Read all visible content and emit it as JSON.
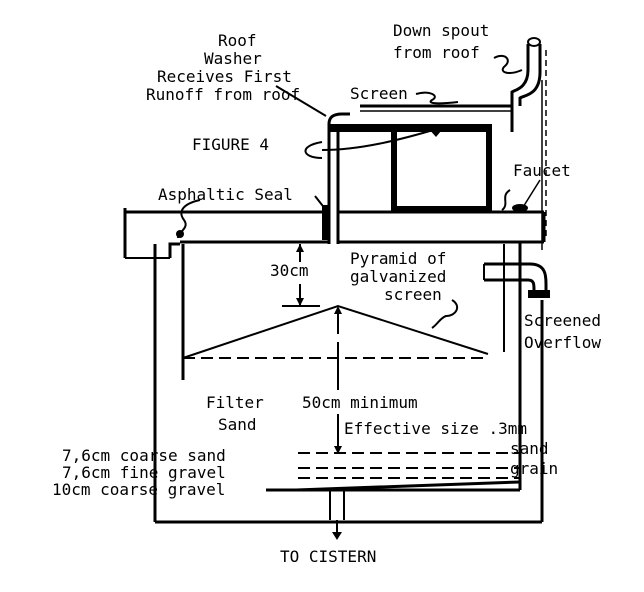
{
  "figure": {
    "title": "FIGURE 4",
    "colors": {
      "ink": "#000000",
      "paper": "#ffffff"
    }
  },
  "labels": {
    "roof_washer": [
      "Roof",
      "Washer",
      "Receives First",
      "Runoff from roof"
    ],
    "down_spout": [
      "Down spout",
      "from roof"
    ],
    "screen": "Screen",
    "faucet": "Faucet",
    "asphaltic_seal": "Asphaltic Seal",
    "pyramid": [
      "Pyramid of",
      "galvanized",
      "screen"
    ],
    "clearance": "30cm",
    "screened_overflow": [
      "Screened",
      "Overflow"
    ],
    "filter_sand": [
      "Filter",
      "Sand"
    ],
    "depth": "50cm minimum",
    "effective_size": "Effective size .3mm",
    "sand_grain": [
      "sand",
      "grain"
    ],
    "layers": [
      "7,6cm coarse sand",
      "7,6cm fine gravel",
      "10cm coarse gravel"
    ],
    "outlet": "TO CISTERN"
  }
}
